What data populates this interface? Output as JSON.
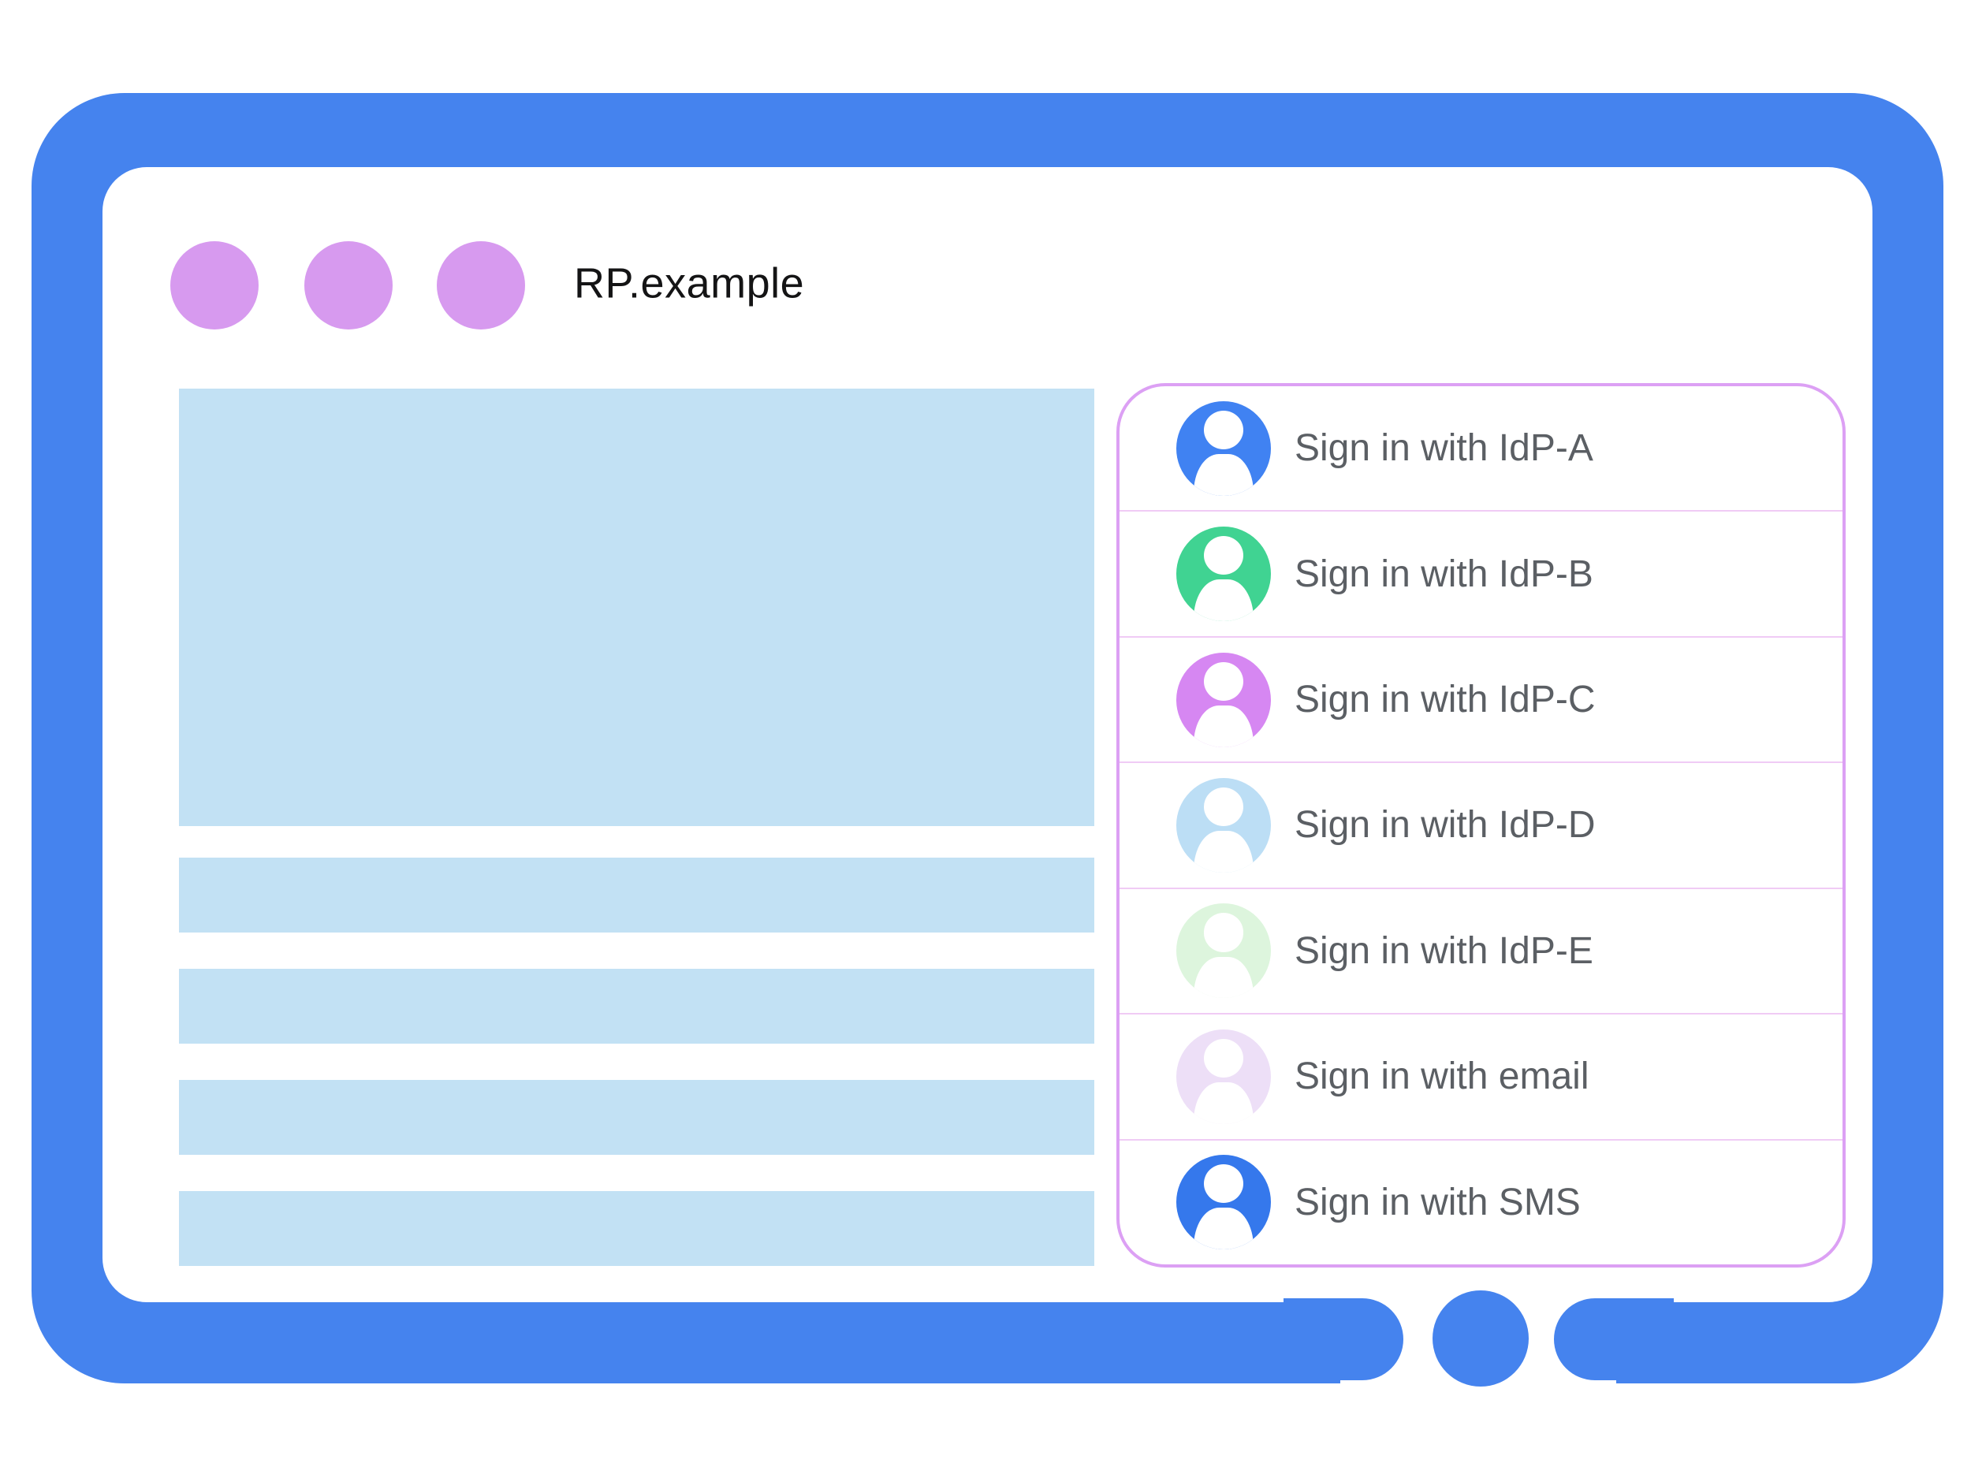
{
  "window": {
    "title": "RP.example",
    "traffic_dot_count": 3
  },
  "signin_panel": {
    "options": [
      {
        "label": "Sign in with IdP-A",
        "avatar_color": "#4082F2",
        "icon": "person-icon"
      },
      {
        "label": "Sign in with IdP-B",
        "avatar_color": "#40D392",
        "icon": "person-icon"
      },
      {
        "label": "Sign in with IdP-C",
        "avatar_color": "#D687F2",
        "icon": "person-icon"
      },
      {
        "label": "Sign in with IdP-D",
        "avatar_color": "#BCDEF5",
        "icon": "person-icon"
      },
      {
        "label": "Sign in with IdP-E",
        "avatar_color": "#DDF5DD",
        "icon": "person-icon"
      },
      {
        "label": "Sign in with email",
        "avatar_color": "#EDDFF7",
        "icon": "person-icon"
      },
      {
        "label": "Sign in with SMS",
        "avatar_color": "#3578EC",
        "icon": "person-icon"
      }
    ]
  },
  "colors": {
    "frame": "#4583EE",
    "dot": "#D79AEF",
    "placeholder": "#C2E1F4",
    "panel_border": "#DCA0F4",
    "divider": "#F0CBF5",
    "row_text": "#5B5F64",
    "title": "#141415",
    "panel_bg": "#FFFFFF"
  }
}
